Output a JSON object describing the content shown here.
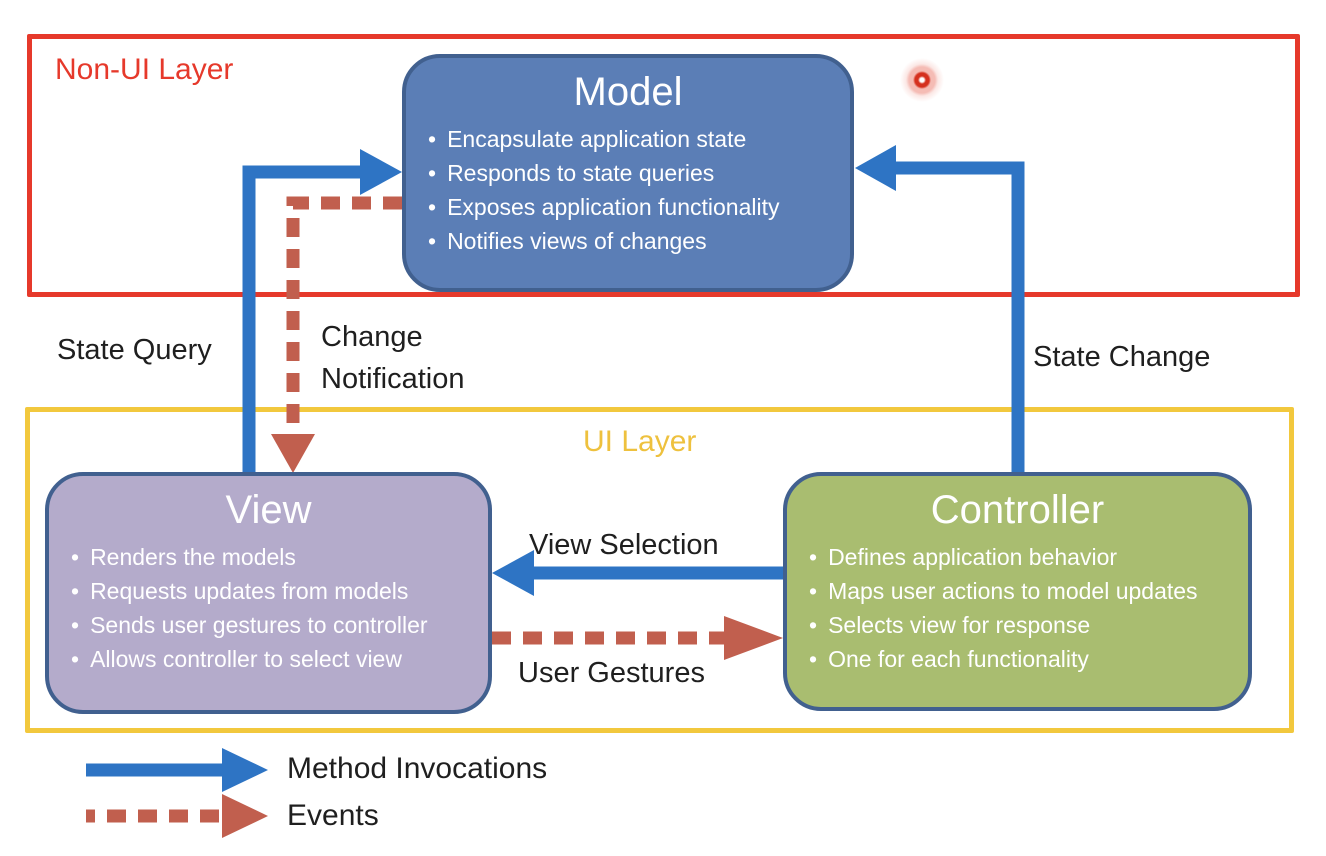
{
  "colors": {
    "arrow_blue": "#2e74c4",
    "arrow_red": "#c15f4e",
    "layer_red": "#e6392b",
    "layer_yellow": "#f2c83d",
    "ui_label_yellow": "#eec13e",
    "node_border": "#41608f",
    "model_fill": "#5b7eb6",
    "view_fill": "#b4abcb",
    "controller_fill": "#a9bd70",
    "label_text": "#1f1f1f"
  },
  "layers": {
    "non_ui": {
      "label": "Non-UI Layer"
    },
    "ui": {
      "label": "UI Layer"
    }
  },
  "nodes": {
    "model": {
      "title": "Model",
      "bullets": [
        "Encapsulate application state",
        "Responds to state queries",
        "Exposes application functionality",
        "Notifies views of changes"
      ]
    },
    "view": {
      "title": "View",
      "bullets": [
        "Renders the models",
        "Requests updates from models",
        "Sends user gestures to controller",
        "Allows controller to select view"
      ]
    },
    "controller": {
      "title": "Controller",
      "bullets": [
        "Defines application behavior",
        "Maps user actions to model updates",
        "Selects view for response",
        "One for each functionality"
      ]
    }
  },
  "edges": {
    "state_query": {
      "label": "State Query",
      "from": "view",
      "to": "model",
      "type": "method-invocation"
    },
    "change_notification": {
      "label": "Change Notification",
      "from": "model",
      "to": "view",
      "type": "event"
    },
    "state_change": {
      "label": "State Change",
      "from": "controller",
      "to": "model",
      "type": "method-invocation"
    },
    "view_selection": {
      "label": "View Selection",
      "from": "controller",
      "to": "view",
      "type": "method-invocation"
    },
    "user_gestures": {
      "label": "User Gestures",
      "from": "view",
      "to": "controller",
      "type": "event"
    }
  },
  "legend": {
    "items": [
      {
        "label": "Method Invocations",
        "style": "solid-blue-arrow"
      },
      {
        "label": "Events",
        "style": "dashed-red-arrow"
      }
    ]
  }
}
